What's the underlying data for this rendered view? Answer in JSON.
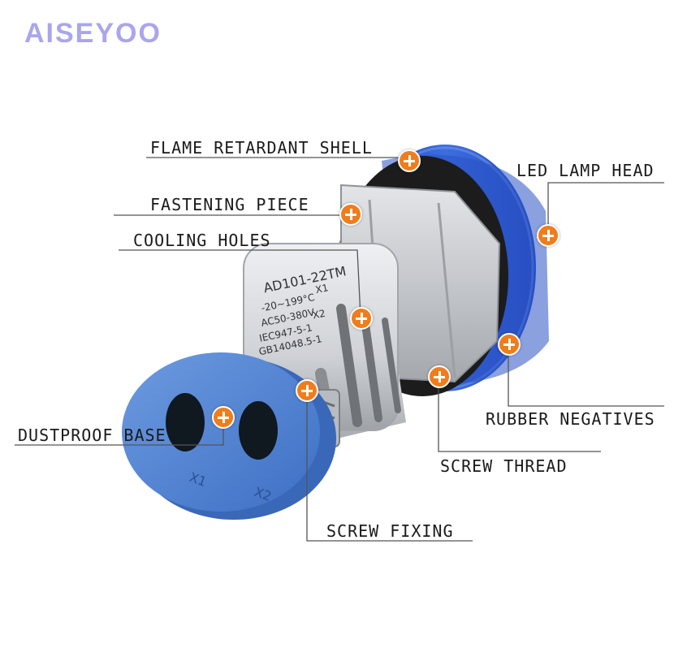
{
  "brand": "AISEYOO",
  "product": {
    "model_lines": [
      "AD101-22TM",
      "X1",
      "-20~199°C",
      "AC50-380V",
      "X2",
      "IEC947-5-1",
      "GB14048.5-1"
    ],
    "terminal_labels": [
      "X1",
      "X2"
    ]
  },
  "callouts": [
    {
      "id": "flame-retardant-shell",
      "label": "FLAME RETARDANT SHELL"
    },
    {
      "id": "led-lamp-head",
      "label": "LED LAMP HEAD"
    },
    {
      "id": "fastening-piece",
      "label": "FASTENING PIECE"
    },
    {
      "id": "cooling-holes",
      "label": "COOLING HOLES"
    },
    {
      "id": "rubber-negatives",
      "label": "RUBBER NEGATIVES"
    },
    {
      "id": "dustproof-base",
      "label": "DUSTPROOF BASE"
    },
    {
      "id": "screw-thread",
      "label": "SCREW THREAD"
    },
    {
      "id": "screw-fixing",
      "label": "SCREW FIXING"
    }
  ],
  "colors": {
    "brand": "#a9a6ec",
    "marker": "#f07d1c",
    "base_blue": "#4a7fd1",
    "lamp_blue": "#2f58c8",
    "shell_grey": "#c9cccf"
  }
}
